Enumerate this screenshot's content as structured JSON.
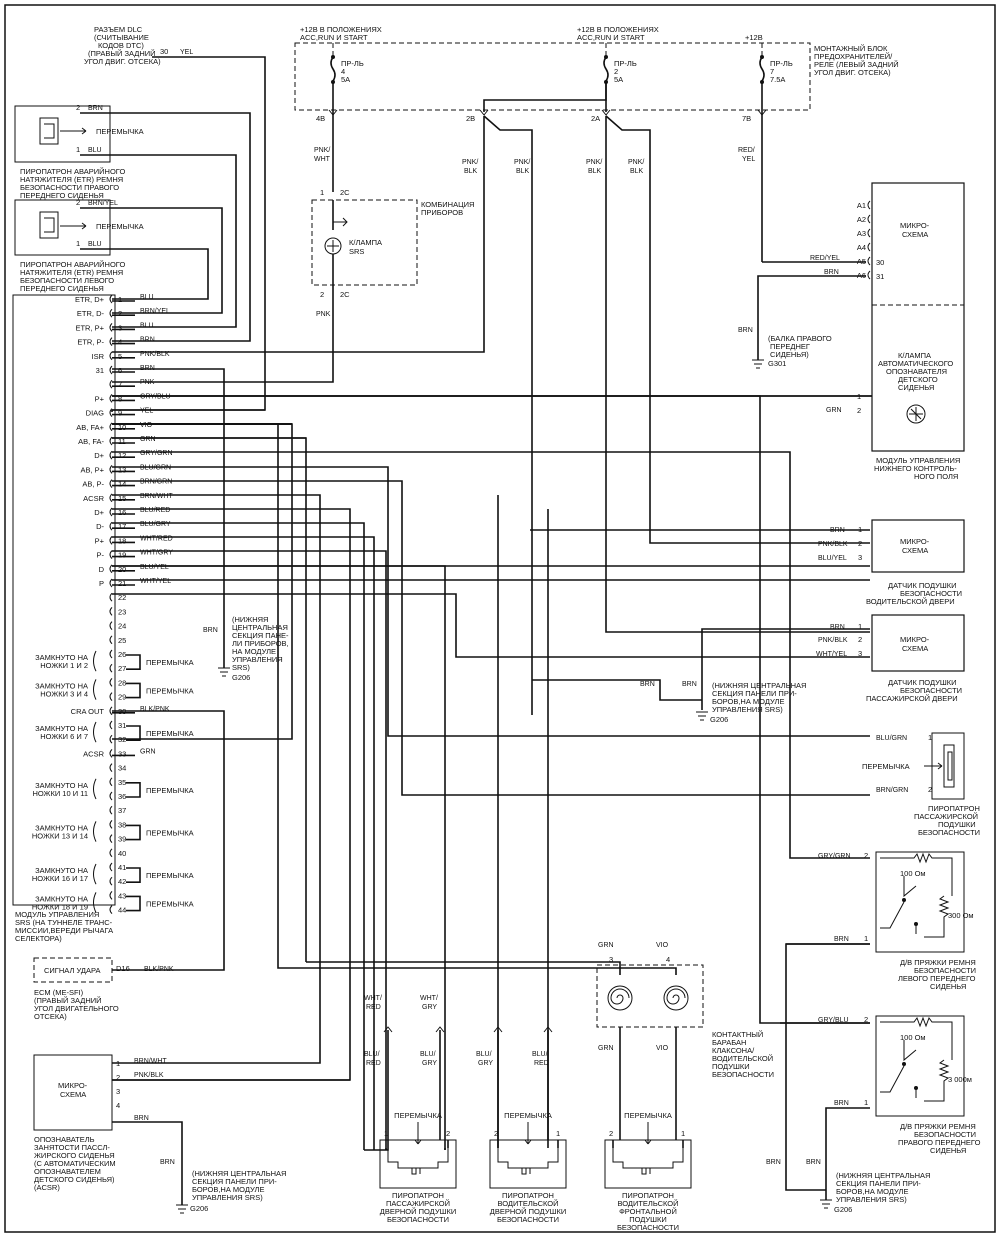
{
  "fuse_block": {
    "supply_left": "+12В В ПОЛОЖЕНИЯХ",
    "supply_left2": "ACC,RUN И START",
    "supply_mid": "+12В В ПОЛОЖЕНИЯХ",
    "supply_mid2": "ACC,RUN И START",
    "supply_right": "+12В",
    "label": [
      "МОНТАЖНЫЙ БЛОК",
      "ПРЕДОХРАНИТЕЛЕЙ/",
      "РЕЛЕ (ЛЕВЫЙ ЗАДНИЙ",
      "УГОЛ ДВИГ. ОТСЕКА)"
    ],
    "fuses": [
      {
        "name": "ПР-ЛЬ",
        "num": "4",
        "amp": "5A",
        "pin": "4B"
      },
      {
        "name": "ПР-ЛЬ",
        "num": "2",
        "amp": "5A",
        "pin": "2A"
      },
      {
        "name": "ПР-ЛЬ",
        "num": "7",
        "amp": "7.5A",
        "pin": "7B"
      }
    ],
    "pin_2b": "2B"
  },
  "dlc": {
    "label": [
      "РАЗЪЕМ DLC",
      "(СЧИТЫВАНИЕ",
      "КОДОВ DTC)",
      "(ПРАВЫЙ ЗАДНИЙ",
      "УГОЛ ДВИГ. ОТСЕКА)"
    ],
    "pin": "30",
    "wire": "YEL"
  },
  "etr_right": {
    "label": [
      "ПИРОПАТРОН АВАРИЙНОГО",
      "НАТЯЖИТЕЛЯ (ETR) РЕМНЯ",
      "БЕЗОПАСНОСТИ ПРАВОГО",
      "ПЕРЕДНЕГО СИДЕНЬЯ"
    ],
    "pin1": "1",
    "pin2": "2",
    "w1": "BLU",
    "w2": "BRN",
    "jumper": "ПЕРЕМЫЧКА"
  },
  "etr_left": {
    "label": [
      "ПИРОПАТРОН АВАРИЙНОГО",
      "НАТЯЖИТЕЛЯ (ETR) РЕМНЯ",
      "БЕЗОПАСНОСТИ ЛЕВОГО",
      "ПЕРЕДНЕГО СИДЕНЬЯ"
    ],
    "pin1": "1",
    "pin2": "2",
    "w1": "BLU",
    "w2": "BRN/YEL",
    "jumper": "ПЕРЕМЫЧКА"
  },
  "cluster": {
    "label": [
      "КОМБИНАЦИЯ",
      "ПРИБОРОВ"
    ],
    "lamp": [
      "К/ЛАМПА",
      "SRS"
    ],
    "pin_top": "1",
    "pin_bot": "2",
    "conn": "2C",
    "w_top": [
      "PNK/",
      "WHT"
    ],
    "w_bot": "PNK"
  },
  "srs_module": {
    "label": [
      "МОДУЛЬ УПРАВЛЕНИЯ",
      "SRS (НА ТУННЕЛЕ ТРАНС-",
      "МИССИИ,ВЕРЕДИ РЫЧАГА",
      "СЕЛЕКТОРА)"
    ],
    "pins": [
      {
        "n": "1",
        "name": "ETR, D+",
        "wire": "BLU"
      },
      {
        "n": "2",
        "name": "ETR, D-",
        "wire": "BRN/YEL"
      },
      {
        "n": "3",
        "name": "ETR, P+",
        "wire": "BLU"
      },
      {
        "n": "4",
        "name": "ETR, P-",
        "wire": "BRN"
      },
      {
        "n": "5",
        "name": "ISR",
        "wire": "PNK/BLK"
      },
      {
        "n": "6",
        "name": "31",
        "wire": "BRN"
      },
      {
        "n": "7",
        "name": "",
        "wire": "PNK"
      },
      {
        "n": "8",
        "name": "P+",
        "wire": "GRY/BLU"
      },
      {
        "n": "9",
        "name": "DIAG",
        "wire": "YEL"
      },
      {
        "n": "10",
        "name": "AB, FA+",
        "wire": "VIO"
      },
      {
        "n": "11",
        "name": "AB, FA-",
        "wire": "GRN"
      },
      {
        "n": "12",
        "name": "D+",
        "wire": "GRY/GRN"
      },
      {
        "n": "13",
        "name": "AB, P+",
        "wire": "BLU/GRN"
      },
      {
        "n": "14",
        "name": "AB, P-",
        "wire": "BRN/GRN"
      },
      {
        "n": "15",
        "name": "ACSR",
        "wire": "BRN/WHT"
      },
      {
        "n": "16",
        "name": "D+",
        "wire": "BLU/RED"
      },
      {
        "n": "17",
        "name": "D-",
        "wire": "BLU/GRY"
      },
      {
        "n": "18",
        "name": "P+",
        "wire": "WHT/RED"
      },
      {
        "n": "19",
        "name": "P-",
        "wire": "WHT/GRY"
      },
      {
        "n": "20",
        "name": "D",
        "wire": "BLU/YEL"
      },
      {
        "n": "21",
        "name": "P",
        "wire": "WHT/YEL"
      },
      {
        "n": "22",
        "name": "",
        "wire": ""
      },
      {
        "n": "23",
        "name": "",
        "wire": ""
      },
      {
        "n": "24",
        "name": "",
        "wire": ""
      },
      {
        "n": "25",
        "name": "",
        "wire": ""
      }
    ],
    "lower_pins": [
      {
        "n": "26"
      },
      {
        "n": "27"
      },
      {
        "n": "28"
      },
      {
        "n": "29"
      },
      {
        "n": "30",
        "name": "CRA OUT",
        "wire": "BLK/PNK"
      },
      {
        "n": "31"
      },
      {
        "n": "32"
      },
      {
        "n": "33",
        "name": "ACSR",
        "wire": "GRN"
      },
      {
        "n": "34"
      },
      {
        "n": "35"
      },
      {
        "n": "36"
      },
      {
        "n": "37"
      },
      {
        "n": "38"
      },
      {
        "n": "39"
      },
      {
        "n": "40"
      },
      {
        "n": "41"
      },
      {
        "n": "42"
      },
      {
        "n": "43"
      },
      {
        "n": "44"
      }
    ],
    "shorts": [
      {
        "label": [
          "ЗАМКНУТО НА",
          "НОЖКИ 1 И 2"
        ],
        "jumper": "ПЕРЕМЫЧКА"
      },
      {
        "label": [
          "ЗАМКНУТО НА",
          "НОЖКИ 3 И 4"
        ],
        "jumper": "ПЕРЕМЫЧКА"
      },
      {
        "label": [
          "ЗАМКНУТО НА",
          "НОЖКИ 6 И 7"
        ],
        "jumper": "ПЕРЕМЫЧКА"
      },
      {
        "label": [
          "ЗАМКНУТО НА",
          "НОЖКИ 10 И 11"
        ],
        "jumper": "ПЕРЕМЫЧКА"
      },
      {
        "label": [
          "ЗАМКНУТО НА",
          "НОЖКИ 13 И 14"
        ],
        "jumper": "ПЕРЕМЫЧКА"
      },
      {
        "label": [
          "ЗАМКНУТО НА",
          "НОЖКИ 16 И 17"
        ],
        "jumper": "ПЕРЕМЫЧКА"
      },
      {
        "label": [
          "ЗАМКНУТО НА",
          "НОЖКИ 18 И 19"
        ],
        "jumper": "ПЕРЕМЫЧКА"
      }
    ]
  },
  "ground_g206_a": {
    "wire": "BRN",
    "label": [
      "(НИЖНЯЯ",
      "ЦЕНТРАЛЬНАЯ",
      "СЕКЦИЯ ПАНЕ-",
      "ЛИ ПРИБОРОВ,",
      "НА МОДУЛЕ",
      "УПРАВЛЕНИЯ",
      "SRS)"
    ],
    "id": "G206"
  },
  "ground_g206_b": {
    "wire": "BRN",
    "wire2": "BRN",
    "label": [
      "(НИЖНЯЯ ЦЕНТРАЛЬНАЯ",
      "СЕКЦИЯ ПАНЕЛИ ПРИ-",
      "БОРОВ,НА МОДУЛЕ",
      "УПРАВЛЕНИЯ SRS)"
    ],
    "id": "G206"
  },
  "ground_g206_c": {
    "wire": "BRN",
    "label": [
      "(НИЖНЯЯ ЦЕНТРАЛЬНАЯ",
      "СЕКЦИЯ ПАНЕЛИ ПРИ-",
      "БОРОВ,НА МОДУЛЕ",
      "УПРАВЛЕНИЯ SRS)"
    ],
    "id": "G206"
  },
  "ground_g206_d": {
    "wire": "BRN",
    "wire2": "BRN",
    "label": [
      "(НИЖНЯЯ ЦЕНТРАЛЬНАЯ",
      "СЕКЦИЯ ПАНЕЛИ ПРИ-",
      "БОРОВ,НА МОДУЛЕ",
      "УПРАВЛЕНИЯ SRS)"
    ],
    "id": "G206"
  },
  "ground_g301": {
    "wire": "BRN",
    "label": [
      "(БАЛКА ПРАВОГО",
      "ПЕРЕДНЕГ",
      "СИДЕНЬЯ)"
    ],
    "id": "G301"
  },
  "lower_ctrl": {
    "chip": [
      "МИКРО-",
      "СХЕМА"
    ],
    "lamp": [
      "К/ЛАМПА",
      "АВТОМАТИЧЕСКОГО",
      "ОПОЗНАВАТЕЛЯ",
      "ДЕТСКОГО",
      "СИДЕНЬЯ"
    ],
    "label": [
      "МОДУЛЬ УПРАВЛЕНИЯ",
      "НИЖНЕГО КОНТРОЛЬ-",
      "НОГО ПОЛЯ"
    ],
    "pins": [
      "A1",
      "A2",
      "A3",
      "A4",
      "A5",
      "A6"
    ],
    "w_a5": "RED/YEL",
    "w_a6": "BRN",
    "n30": "30",
    "n31": "31",
    "w_in": [
      "RED/",
      "YEL"
    ],
    "lamp_pin1": "1",
    "lamp_pin2": "2",
    "lamp_wire": "GRN"
  },
  "driver_door": {
    "chip": [
      "МИКРО-",
      "СХЕМА"
    ],
    "label": [
      "ДАТЧИК ПОДУШКИ",
      "БЕЗОПАСНОСТИ",
      "ВОДИТЕЛЬСКОЙ ДВЕРИ"
    ],
    "wires": [
      "BRN",
      "PNK/BLK",
      "BLU/YEL"
    ],
    "pins": [
      "1",
      "2",
      "3"
    ],
    "w_feed": [
      "PNK/",
      "BLK"
    ]
  },
  "pass_door": {
    "chip": [
      "МИКРО-",
      "СХЕМА"
    ],
    "label": [
      "ДАТЧИК ПОДУШКИ",
      "БЕЗОПАСНОСТИ",
      "ПАССАЖИРСКОЙ ДВЕРИ"
    ],
    "wires": [
      "BRN",
      "PNK/BLK",
      "WHT/YEL"
    ],
    "pins": [
      "1",
      "2",
      "3"
    ],
    "w_feed": [
      "PNK/",
      "BLK"
    ],
    "w_feed2": [
      "PNK/",
      "BLK"
    ],
    "w_feed3": [
      "PNK/",
      "BLK"
    ]
  },
  "pass_airbag": {
    "label": [
      "ПИРОПАТРОН",
      "ПАССАЖИРСКОЙ",
      "ПОДУШКИ",
      "БЕЗОПАСНОСТИ"
    ],
    "w1": "BLU/GRN",
    "w2": "BRN/GRN",
    "p1": "1",
    "p2": "2",
    "jumper": "ПЕРЕМЫЧКА"
  },
  "buckle_left": {
    "label": [
      "Д/В ПРЯЖКИ РЕМНЯ",
      "БЕЗОПАСНОСТИ",
      "ЛЕВОГО ПЕРЕДНЕГО",
      "СИДЕНЬЯ"
    ],
    "w2": "GRY/GRN",
    "w1": "BRN",
    "p2": "2",
    "p1": "1",
    "r1": "100 Ом",
    "r2": "300 Ом"
  },
  "buckle_right": {
    "label": [
      "Д/В ПРЯЖКИ РЕМНЯ",
      "БЕЗОПАСНОСТИ",
      "ПРАВОГО ПЕРЕДНЕГО",
      "СИДЕНЬЯ"
    ],
    "w2": "GRY/BLU",
    "w1": "BRN",
    "p2": "2",
    "p1": "1",
    "r1": "100 Ом",
    "r2": "3 000м"
  },
  "crash_signal": {
    "box": "СИГНАЛ УДАРА",
    "pin": "D16",
    "wire": "BLK/PNK",
    "label": [
      "ECM (ME-SFI)",
      "(ПРАВЫЙ ЗАДНИЙ",
      "УГОЛ ДВИГАТЕЛЬНОГО",
      "ОТСЕКА)"
    ]
  },
  "acsr": {
    "chip": [
      "МИКРО-",
      "СХЕМА"
    ],
    "label": [
      "ОПОЗНАВАТЕЛЬ",
      "ЗАНЯТОСТИ ПАССЛ-",
      "ЖИРСКОГО СИДЕНЬЯ",
      "(С АВТОМАТИЧЕСКИМ",
      "ОПОЗНАВАТЕЛЕМ",
      "ДЕТСКОГО СИДЕНЬЯ)",
      "(ACSR)"
    ],
    "pins": [
      "1",
      "2",
      "3",
      "4"
    ],
    "wires": [
      "BRN/WHT",
      "PNK/BLK",
      "",
      "BRN"
    ],
    "gw": "BRN"
  },
  "clockspring": {
    "label": [
      "КОНТАКТНЫЙ",
      "БАРАБАН",
      "КЛАКСОНА/",
      "ВОДИТЕЛЬСКОЙ",
      "ПОДУШКИ",
      "БЕЗОПАСНОСТИ"
    ],
    "p3": "3",
    "p4": "4",
    "w_grn": "GRN",
    "w_vio": "VIO"
  },
  "bottom_squibs": [
    {
      "label": [
        "ПИРОПАТРОН",
        "ПАССАЖИРСКОЙ",
        "ДВЕРНОЙ ПОДУШКИ",
        "БЕЗОПАСНОСТИ"
      ],
      "wa": [
        "WHT/",
        "RED"
      ],
      "wb": [
        "WHT/",
        "GRY"
      ],
      "wc": [
        "BLU/",
        "RED"
      ],
      "wd": [
        "BLU/",
        "GRY"
      ],
      "pa": "1",
      "pb": "2",
      "jumper": "ПЕРЕМЫЧКА"
    },
    {
      "label": [
        "ПИРОПАТРОН",
        "ВОДИТЕЛЬСКОЙ",
        "ДВЕРНОЙ ПОДУШКИ",
        "БЕЗОПАСНОСТИ"
      ],
      "wc": [
        "BLU/",
        "GRY"
      ],
      "wd": [
        "BLU/",
        "RED"
      ],
      "pa": "2",
      "pb": "1",
      "jumper": "ПЕРЕМЫЧКА"
    },
    {
      "label": [
        "ПИРОПАТРОН",
        "ВОДИТЕЛЬСКОЙ",
        "ФРОНТАЛЬНОЙ",
        "ПОДУШКИ",
        "БЕЗОПАСНОСТИ"
      ],
      "wc": "GRN",
      "wd": "VIO",
      "pa": "2",
      "pb": "1",
      "jumper": "ПЕРЕМЫЧКА"
    }
  ]
}
